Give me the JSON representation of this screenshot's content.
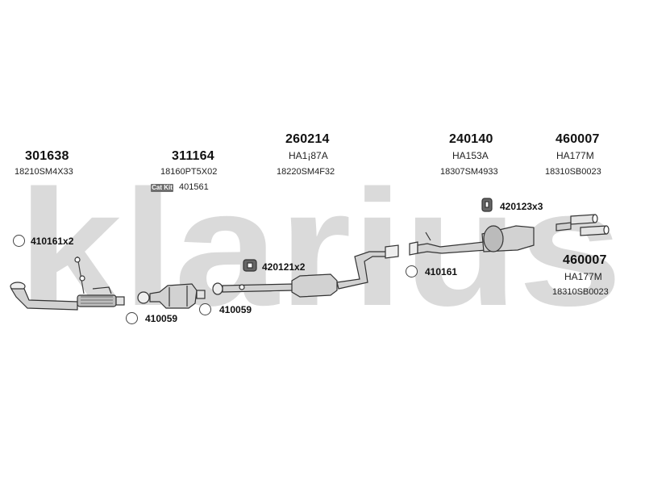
{
  "watermark": {
    "text": "klarius",
    "color": "#d8d8d8"
  },
  "groups": [
    {
      "part_number": "301638",
      "oem": "18210SM4X33"
    },
    {
      "part_number": "311164",
      "oem": "18160PT5X02",
      "cat_kit_label": "Cat Kit",
      "cat_kit_number": "401561"
    },
    {
      "part_number": "260214",
      "oem": "HA1¡87A",
      "oem2": "18220SM4F32"
    },
    {
      "part_number": "240140",
      "oem": "HA153A",
      "oem2": "18307SM4933"
    },
    {
      "part_number": "460007",
      "oem": "HA177M",
      "oem2": "18310SB0023"
    },
    {
      "part_number": "460007",
      "oem": "HA177M",
      "oem2": "18310SB0023"
    }
  ],
  "fittings": [
    {
      "label": "410161x2"
    },
    {
      "label": "410059"
    },
    {
      "label": "410059"
    },
    {
      "label": "420121x2"
    },
    {
      "label": "410161"
    },
    {
      "label": "420123x3"
    }
  ],
  "colors": {
    "pipe": "#c9c9c9",
    "outline": "#333333",
    "accent": "#6f6f6f"
  }
}
